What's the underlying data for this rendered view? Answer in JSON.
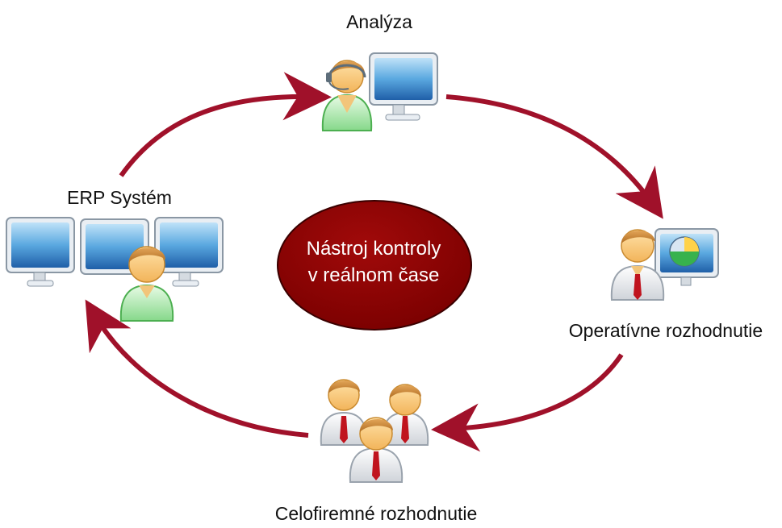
{
  "center": {
    "line1": "Nástroj kontroly",
    "line2": "v reálnom čase"
  },
  "nodes": {
    "analysis": {
      "label": "Analýza",
      "icon": "support-agent-at-computer-icon"
    },
    "operational": {
      "label": "Operatívne rozhodnutie",
      "icon": "manager-with-pie-chart-screen-icon"
    },
    "company": {
      "label": "Celofiremné rozhodnutie",
      "icon": "group-of-managers-icon"
    },
    "erp": {
      "label": "ERP Systém",
      "icon": "user-with-three-monitors-icon"
    }
  },
  "colors": {
    "arrow": "#a0112a",
    "ellipse_fill": "#8c0000",
    "ellipse_stroke": "#3a0000",
    "text": "#111111"
  }
}
